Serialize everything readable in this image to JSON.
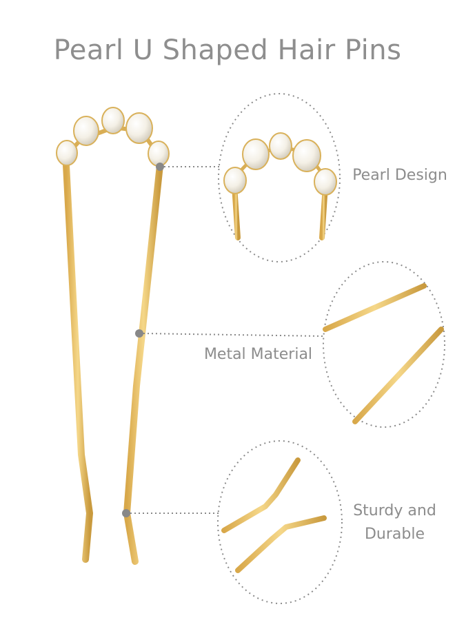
{
  "title": "Pearl U Shaped Hair Pins",
  "callouts": {
    "pearl": "Pearl Design",
    "metal": "Metal Material",
    "sturdy_line1": "Sturdy and",
    "sturdy_line2": "Durable"
  },
  "colors": {
    "gold": "#e8c36a",
    "gold_dark": "#c9993c",
    "pearl": "#f5f2ea",
    "dots": "#8a8a8a",
    "text": "#8c8c8c"
  }
}
